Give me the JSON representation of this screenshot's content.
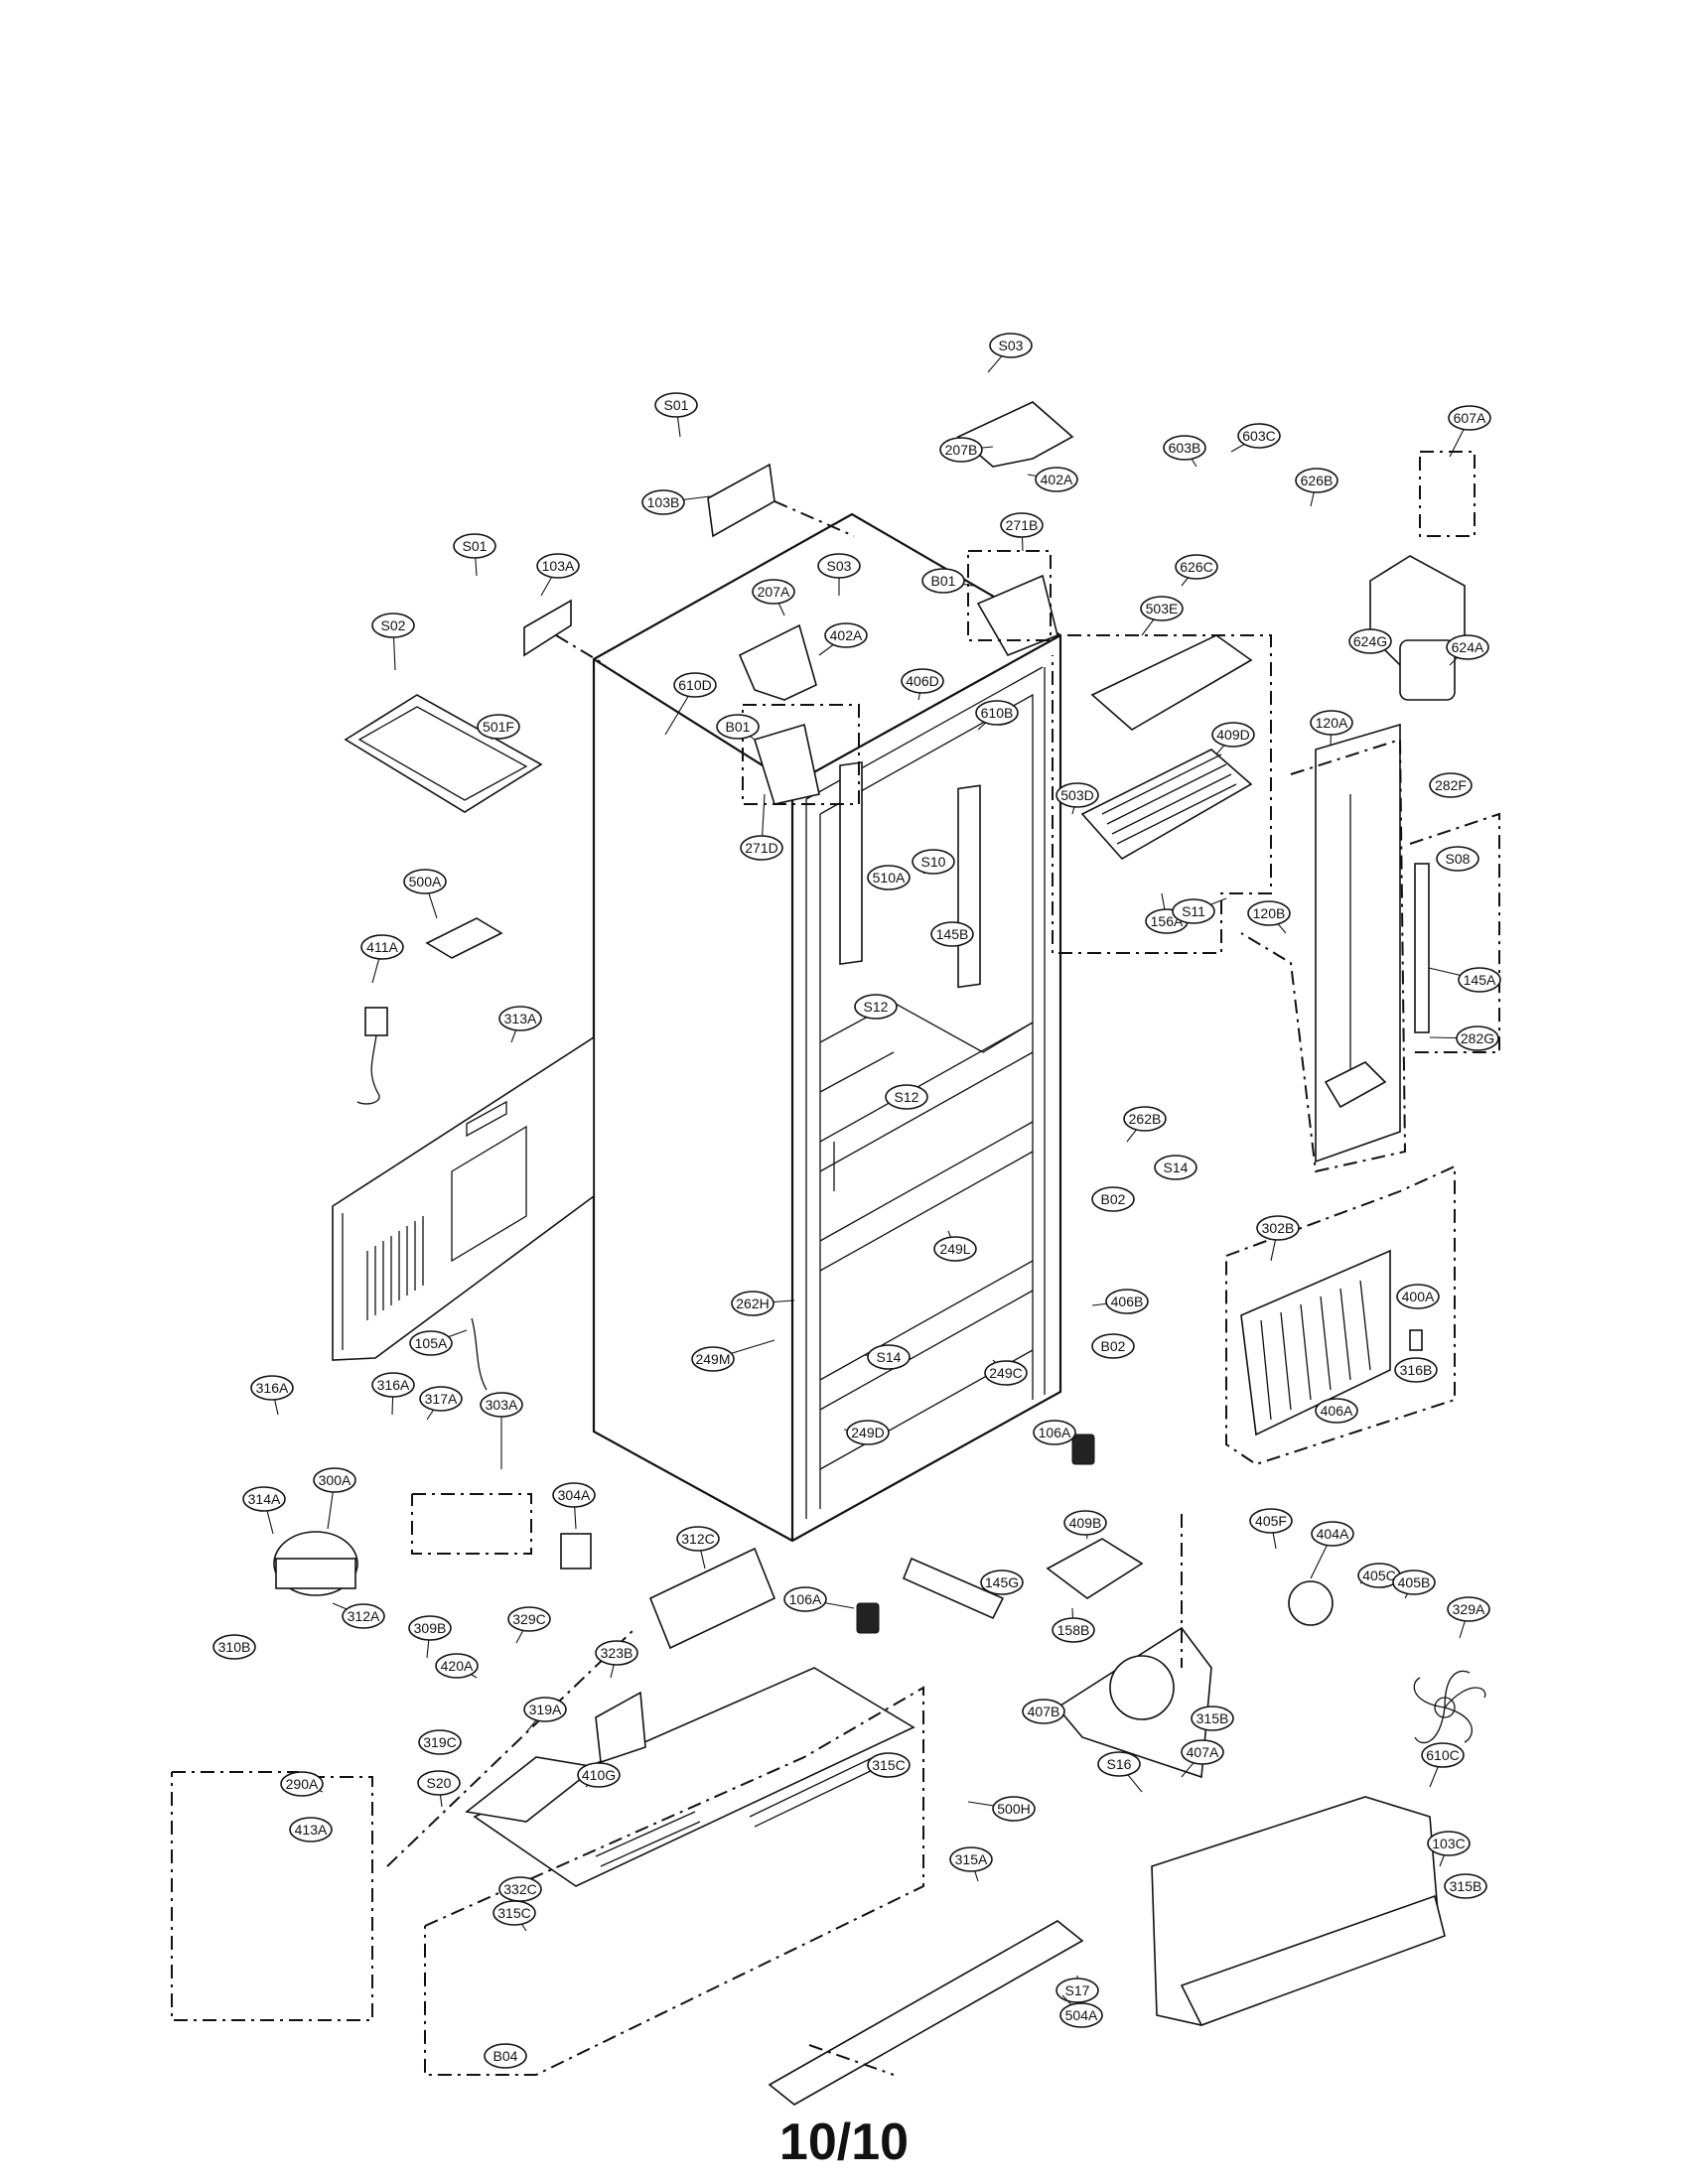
{
  "page_number": "10/10",
  "callouts": [
    "S03",
    "S01",
    "207B",
    "402A",
    "603B",
    "603C",
    "607A",
    "103B",
    "626B",
    "271B",
    "S01",
    "103A",
    "S03",
    "B01",
    "626C",
    "207A",
    "402A",
    "503E",
    "624G",
    "S02",
    "624A",
    "610D",
    "406D",
    "610B",
    "501F",
    "B01",
    "409D",
    "120A",
    "282F",
    "503D",
    "271D",
    "S08",
    "S10",
    "510A",
    "156A",
    "S11",
    "120B",
    "500A",
    "145A",
    "411A",
    "145B",
    "313A",
    "S12",
    "282G",
    "S12",
    "262B",
    "S14",
    "B02",
    "302B",
    "249L",
    "400A",
    "262H",
    "406B",
    "105A",
    "B02",
    "316B",
    "249M",
    "S14",
    "249C",
    "406A",
    "316A",
    "316A",
    "317A",
    "249D",
    "106A",
    "303A",
    "314A",
    "300A",
    "304A",
    "409B",
    "405F",
    "404A",
    "312C",
    "145G",
    "405C",
    "405B",
    "106A",
    "312A",
    "329A",
    "310B",
    "158B",
    "309B",
    "329C",
    "323B",
    "420A",
    "407B",
    "319C",
    "319A",
    "315B",
    "S16",
    "407A",
    "S20",
    "315C",
    "610C",
    "290A",
    "500H",
    "315A",
    "410G",
    "103C",
    "413A",
    "332C",
    "315B",
    "315C",
    "S17",
    "504A",
    "B04"
  ]
}
